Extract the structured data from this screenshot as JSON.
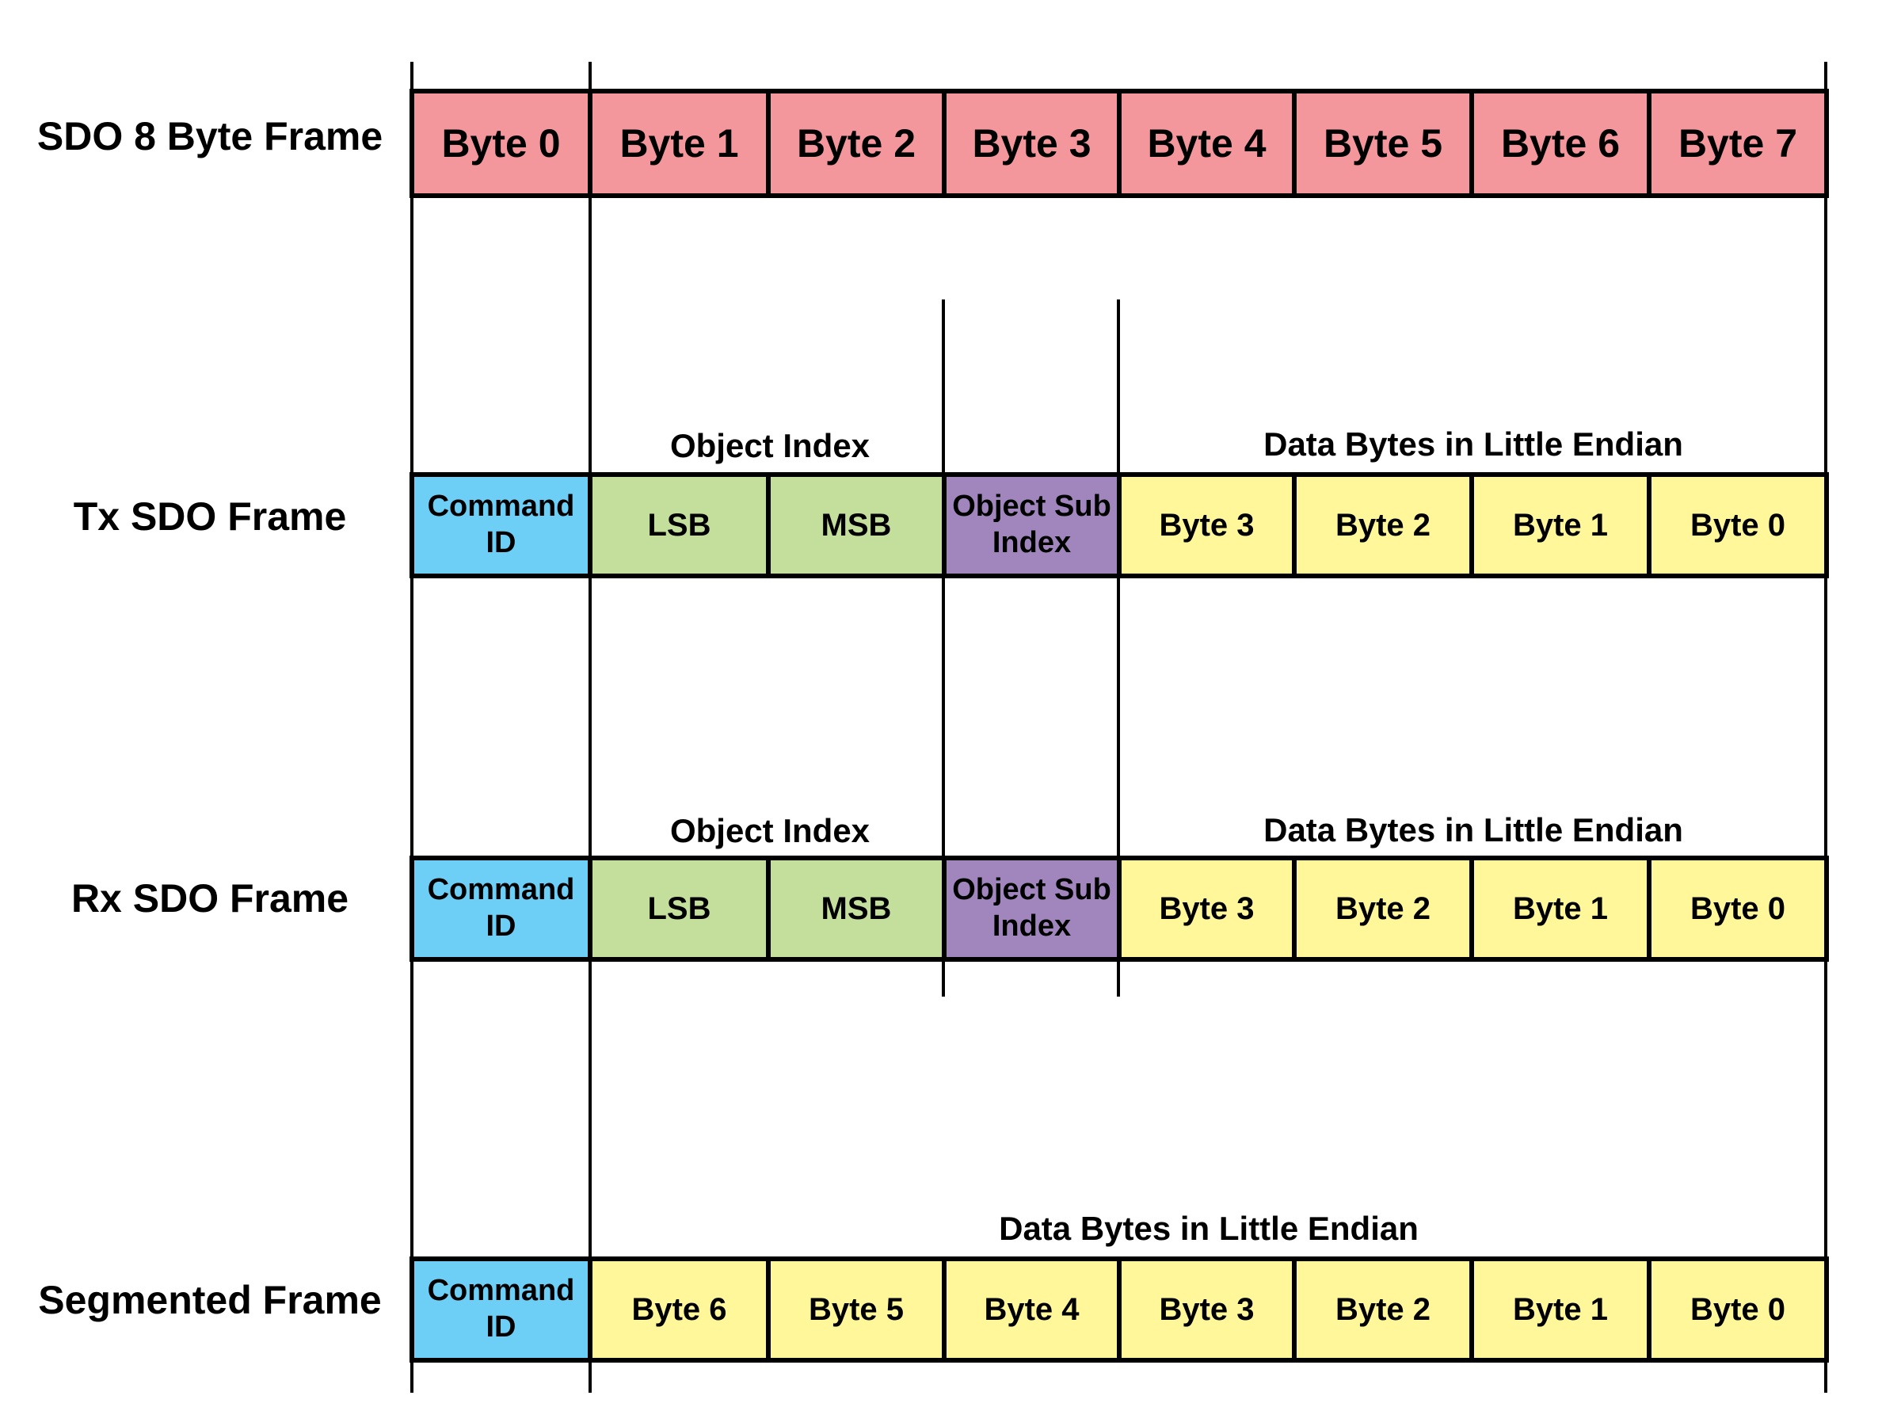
{
  "colors": {
    "pink": "#f4979c",
    "blue": "#6dcff6",
    "green": "#c4df9b",
    "purple": "#a186be",
    "yellow": "#fff799"
  },
  "rows": [
    {
      "label": "SDO 8 Byte Frame",
      "cells": [
        {
          "text": "Byte 0",
          "color": "pink"
        },
        {
          "text": "Byte 1",
          "color": "pink"
        },
        {
          "text": "Byte 2",
          "color": "pink"
        },
        {
          "text": "Byte 3",
          "color": "pink"
        },
        {
          "text": "Byte 4",
          "color": "pink"
        },
        {
          "text": "Byte 5",
          "color": "pink"
        },
        {
          "text": "Byte 6",
          "color": "pink"
        },
        {
          "text": "Byte 7",
          "color": "pink"
        }
      ]
    },
    {
      "label": "Tx SDO Frame",
      "group_labels": [
        "Object Index",
        "Data Bytes in Little Endian"
      ],
      "cells": [
        {
          "text": "Command ID",
          "color": "blue"
        },
        {
          "text": "LSB",
          "color": "green"
        },
        {
          "text": "MSB",
          "color": "green"
        },
        {
          "text": "Object Sub Index",
          "color": "purple"
        },
        {
          "text": "Byte 3",
          "color": "yellow"
        },
        {
          "text": "Byte 2",
          "color": "yellow"
        },
        {
          "text": "Byte 1",
          "color": "yellow"
        },
        {
          "text": "Byte 0",
          "color": "yellow"
        }
      ]
    },
    {
      "label": "Rx SDO Frame",
      "group_labels": [
        "Object Index",
        "Data Bytes in Little Endian"
      ],
      "cells": [
        {
          "text": "Command ID",
          "color": "blue"
        },
        {
          "text": "LSB",
          "color": "green"
        },
        {
          "text": "MSB",
          "color": "green"
        },
        {
          "text": "Object Sub Index",
          "color": "purple"
        },
        {
          "text": "Byte 3",
          "color": "yellow"
        },
        {
          "text": "Byte 2",
          "color": "yellow"
        },
        {
          "text": "Byte 1",
          "color": "yellow"
        },
        {
          "text": "Byte 0",
          "color": "yellow"
        }
      ]
    },
    {
      "label": "Segmented Frame",
      "group_labels": [
        "Data Bytes in Little Endian"
      ],
      "cells": [
        {
          "text": "Command ID",
          "color": "blue"
        },
        {
          "text": "Byte 6",
          "color": "yellow"
        },
        {
          "text": "Byte 5",
          "color": "yellow"
        },
        {
          "text": "Byte 4",
          "color": "yellow"
        },
        {
          "text": "Byte 3",
          "color": "yellow"
        },
        {
          "text": "Byte 2",
          "color": "yellow"
        },
        {
          "text": "Byte 1",
          "color": "yellow"
        },
        {
          "text": "Byte 0",
          "color": "yellow"
        }
      ]
    }
  ]
}
